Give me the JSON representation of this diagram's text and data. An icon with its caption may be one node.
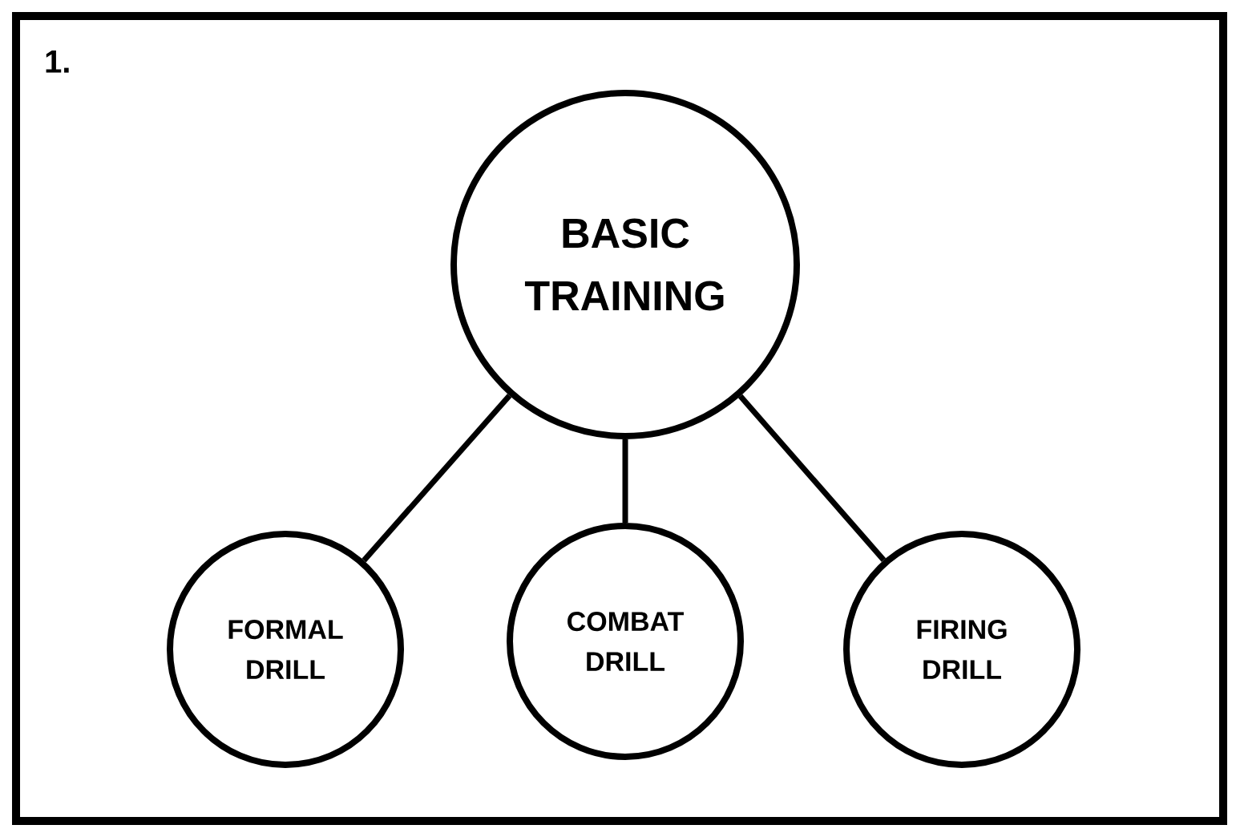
{
  "diagram": {
    "nodes": [
      {
        "text": [
          "BASIC TRAINING"
        ]
      },
      {
        "text": [
          "FORMAL DRILL"
        ]
      },
      {
        "text": [
          "COMBAT DRILL"
        ]
      },
      {
        "text": [
          "FIRING DRILL"
        ]
      }
    ],
    "edges": [
      {
        "from": 0,
        "to": 1,
        "arrow": "none"
      },
      {
        "from": 0,
        "to": 2,
        "arrow": "none"
      },
      {
        "from": 0,
        "to": 3,
        "arrow": "none"
      }
    ],
    "labels": [
      "1."
    ]
  }
}
